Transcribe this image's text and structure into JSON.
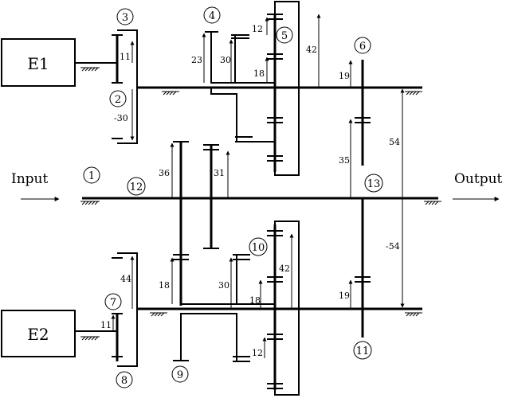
{
  "engines": {
    "e1": "E1",
    "e2": "E2"
  },
  "io": {
    "input": "Input",
    "output": "Output"
  },
  "nodes": {
    "n1": "1",
    "n2": "2",
    "n3": "3",
    "n4": "4",
    "n5": "5",
    "n6": "6",
    "n7": "7",
    "n8": "8",
    "n9": "9",
    "n10": "10",
    "n11": "11",
    "n12": "12",
    "n13": "13"
  },
  "teeth": {
    "t_e1_11": "11",
    "t_e1_m30": "-30",
    "t_23": "23",
    "t_30_top": "30",
    "t_12_top": "12",
    "t_18_top": "18",
    "t_42_top": "42",
    "t_19_top": "19",
    "t_36": "36",
    "t_31": "31",
    "t_35": "35",
    "t_54": "54",
    "t_m54": "-54",
    "t_44": "44",
    "t_e2_11": "11",
    "t_18_bl": "18",
    "t_30_bot": "30",
    "t_18_bot": "18",
    "t_42_bot": "42",
    "t_12_bot": "12",
    "t_19_bot": "19"
  }
}
